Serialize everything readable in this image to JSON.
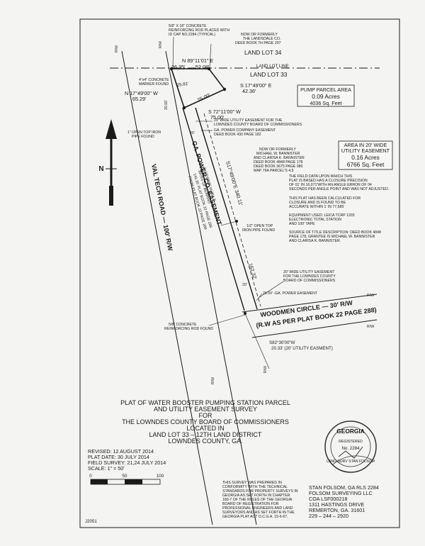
{
  "survey_notes": {
    "rod_note_l1": "5/8\" X 18\" CONCRETE",
    "rod_note_l2": "REINFORCING ROD PLACED WITH",
    "rod_note_l3": "ID CAP NO.2284 (TYPICAL)",
    "landsdale_l1": "NOW OR FORMERLY",
    "landsdale_l2": "THE LANDSDALE CO.",
    "landsdale_l3": "DEED BOOK 7H PAGE 297",
    "land_lot_34": "LAND LOT 34",
    "bearing_top": "N 89°11'01\" E",
    "dist_26": "26.35'",
    "dist_52": "52.08'",
    "land_lot_line": "LAND LOT LINE",
    "land_lot_33": "LAND LOT 33",
    "marker_l1": "4\"x4\" CONCRETE",
    "marker_l2": "MARKER FOUND",
    "dist_25": "25.81'",
    "bearing_east": "S 17°49'00\" E",
    "dist_42": "42.36'",
    "bearing_west": "N 17°49'00\" W",
    "dist_65": "65.29'",
    "dist_75a": "75.00'",
    "bearing_south": "S 72°11'00\" W",
    "dist_75b": "75.00'",
    "pipe_top_l1": "1\" OPEN TOP IRON",
    "pipe_top_l2": "PIPE FOUND",
    "dist_20a": "20.00'",
    "dist_20b": "20'",
    "easement_l1": "20' WIDE UTILITY EASEMENT FOR THE",
    "easement_l2": "LOWNDES COUNTY BOARD OF COMMISSIONERS",
    "gapower_l1": "GA. POWER COMPANY EASEMENT",
    "gapower_l2": "DEED BOOK 430 PAGE 182",
    "bannister_l1": "NOW OR FORMERLY",
    "bannister_l2": "MICHAEL W. BANNISTER",
    "bannister_l3": "AND CLARISA K. BANNISTER",
    "bannister_l4": "DEED BOOK 4848 PAGE 178",
    "bannister_l5": "DEED BOOK 3675 PAGE 089",
    "bannister_l6": "MAP 79A PARCEL'S 4,5",
    "closure_l1": "THE FIELD DATA UPON WHICH THIS",
    "closure_l2": "PLAT IS BASED HAS A CLOSURE PRECISION",
    "closure_l3": "OF 01' IN 16,071'WITH AN ANGLE ERROR OF 04",
    "closure_l4": "SECONDS PER ANGLE POINT AND WAS NOT ADJUSTED.",
    "calc_l1": "THIS PLAT HAS BEEN CALCULATED FOR",
    "calc_l2": "CLOSURE AND IS FOUND TO BE",
    "calc_l3": "ACCURATE WITHIN 1' IN 77,685'",
    "equip_l1": "EQUIPMENT USED: LEICA TCRP 1203",
    "equip_l2": "ELECTRONIC TOTAL STATION",
    "equip_l3": "AND 100' TAPE",
    "source_l1": "SOURCE OF TITLE DESCRIPTION: DEED BOOK 4848",
    "source_l2": "PAGE 178, GRANTEE IS MICHAEL W. BANNISTER",
    "source_l3": "AND CLARISA K. BANNISTER.",
    "pipe_mid_l1": "1/2\" OPEN TOP",
    "pipe_mid_l2": "IRON PIPE FOUND",
    "easement2_l1": "20' WIDE UTILITY EASEMENT",
    "easement2_l2": "FOR THE LOWNDES COUNTY",
    "easement2_l3": "BOARD OF COMMISSIONERS",
    "power_offset": "25.50' -GA. POWER EASEMENT",
    "rod_found_l1": "5/8\" CONCRETE",
    "rod_found_l2": "REINFORCING ROD FOUND",
    "bearing_s82": "S82°30'00\"W",
    "dist_20_33": "20.33' (20' UTILITY EASMENT)",
    "rw_a": "R/W",
    "rw_b": "R/W",
    "rw_c": "R/W",
    "rw_d": "R/W",
    "rw_e": "R/W",
    "rw_f": "R/W",
    "label_20": "20'",
    "dist_162": "162.32'",
    "val_tech_road": "VAL TECH ROAD — 100' R/W",
    "ga_power_easement": "GA. POWER CO. EASEMENT",
    "bearing_long": "S17°49'00\"E  340.11'",
    "ref_l1": "N 17°49'00\" W  354.2'",
    "ref_l2": "BASIS OF BEARING",
    "ref_l3": "142.35'  PLAT BOOK 22 PAGE 288",
    "ref_l4": "FROM PLAT BOOK 22 PAGE 288",
    "woodmen_l1": "WOODMEN CIRCLE — 30' R/W",
    "woodmen_l2": "(R.W AS PER PLAT BOOK 22 PAGE 288)"
  },
  "pump_box": {
    "title": "PUMP PARCEL AREA",
    "acres": "0.09 Acres",
    "sqft": "4036 Sq. Feet"
  },
  "easement_box": {
    "line1": "AREA IN 20' WIDE",
    "line2": "UTILITY EASEMENT",
    "acres": "0.16 Acres",
    "sqft": "6766 Sq. Feet"
  },
  "north_arrow": {
    "label": "N"
  },
  "title_block": {
    "line1": "PLAT OF WATER BOOSTER PUMPING STATION PARCEL",
    "line2": "AND UTILITY EASEMENT SURVEY",
    "line3": "FOR",
    "line4": "THE LOWNDES COUNTY BOARD OF COMMISSIONERS",
    "line5": "LOCATED IN",
    "line6": "LAND LOT 33 – 12TH LAND DISTRICT",
    "line7": "LOWNDES COUNTY, GA."
  },
  "dates": {
    "revised": "REVISED: 12 AUGUST 2014",
    "plat_date": "PLAT DATE: 30 JULY 2014",
    "field_survey": "FIELD SURVEY: 21,24 JULY 2014",
    "scale": "SCALE: 1\" = 50'"
  },
  "scale_bar": {
    "tick0": "0",
    "tick50": "50",
    "tick100": "100"
  },
  "seal": {
    "state": "GEORGIA",
    "registered": "REGISTERED",
    "number": "No. 2284",
    "name": "LAND SURV  STAN FOLSOM"
  },
  "statement": [
    "THIS SURVEY WAS PREPARED IN",
    "CONFORMITY WITH THE TECHNICAL",
    "STANDARDS FOR PROPERTY SURVEYS IN",
    "GEORGIA AS SET FORTH IN CHAPTER",
    "180-7 OF THE RULES OF THE GEORGIA",
    "BOARD OF REGISTRATION FOR",
    "PROFESSIONAL ENGINEERS AND LAND",
    "SURVEYORS AND AS SET FORTH IN THE",
    "GEORGIA PLAT ACT O.C.G.A. 15-6-67."
  ],
  "surveyor": [
    "STAN FOLSOM, GA RLS 2284",
    "FOLSOM SURVEYING LLC",
    "COA LSF000218",
    "1311 HASTINGS DRIVE",
    "REMERTON, GA. 31601",
    "229 – 244 – 2920"
  ],
  "job_number": "J2051"
}
